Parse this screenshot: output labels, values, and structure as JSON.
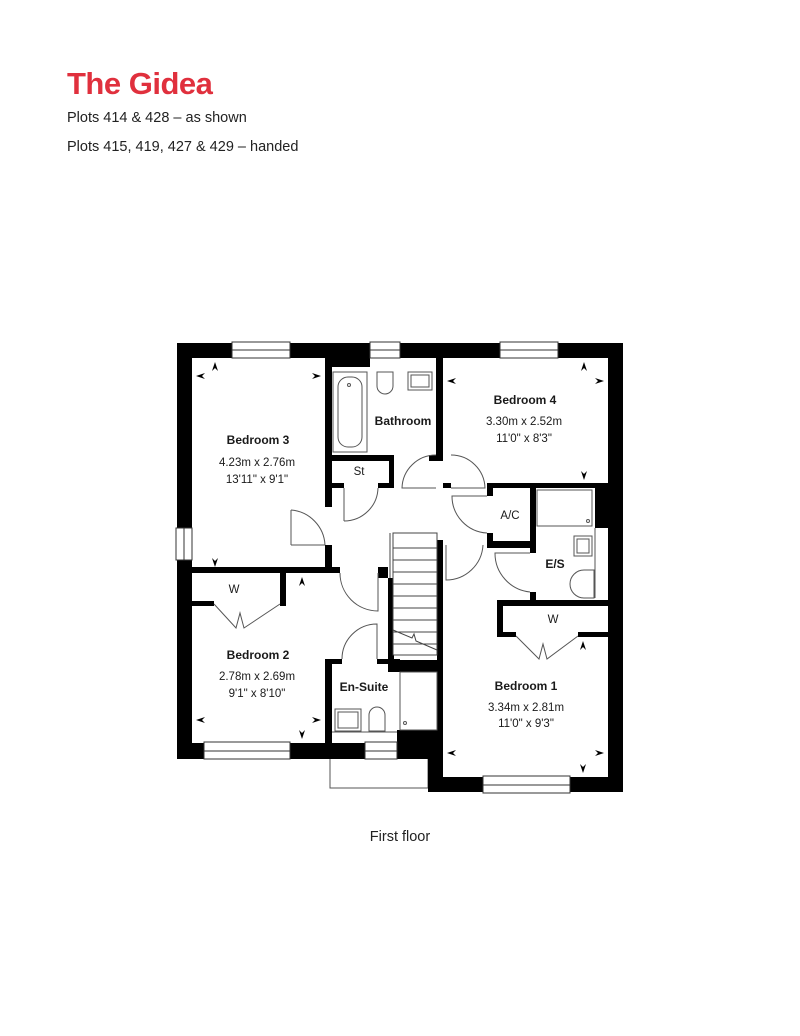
{
  "header": {
    "title": "The Gidea",
    "title_color": "#e0303d",
    "plots_as_shown": "Plots 414 & 428 – as shown",
    "plots_handed": "Plots 415, 419, 427 & 429 – handed"
  },
  "floor_label": "First floor",
  "rooms": {
    "bedroom3": {
      "name": "Bedroom 3",
      "metric": "4.23m x 2.76m",
      "imperial": "13'11\" x 9'1\""
    },
    "bathroom": {
      "name": "Bathroom"
    },
    "bedroom4": {
      "name": "Bedroom 4",
      "metric": "3.30m x 2.52m",
      "imperial": "11'0\" x 8'3\""
    },
    "store": {
      "name": "St"
    },
    "airing_cupboard": {
      "name": "A/C"
    },
    "ensuite_small": {
      "name": "E/S"
    },
    "wardrobe_bed2": {
      "name": "W"
    },
    "wardrobe_bed1": {
      "name": "W"
    },
    "bedroom2": {
      "name": "Bedroom 2",
      "metric": "2.78m x 2.69m",
      "imperial": "9'1\" x 8'10\""
    },
    "ensuite": {
      "name": "En-Suite"
    },
    "bedroom1": {
      "name": "Bedroom 1",
      "metric": "3.34m x 2.81m",
      "imperial": "11'0\" x 9'3\""
    }
  },
  "colors": {
    "wall": "#000000",
    "fixture_line": "#555555",
    "title": "#e0303d"
  }
}
